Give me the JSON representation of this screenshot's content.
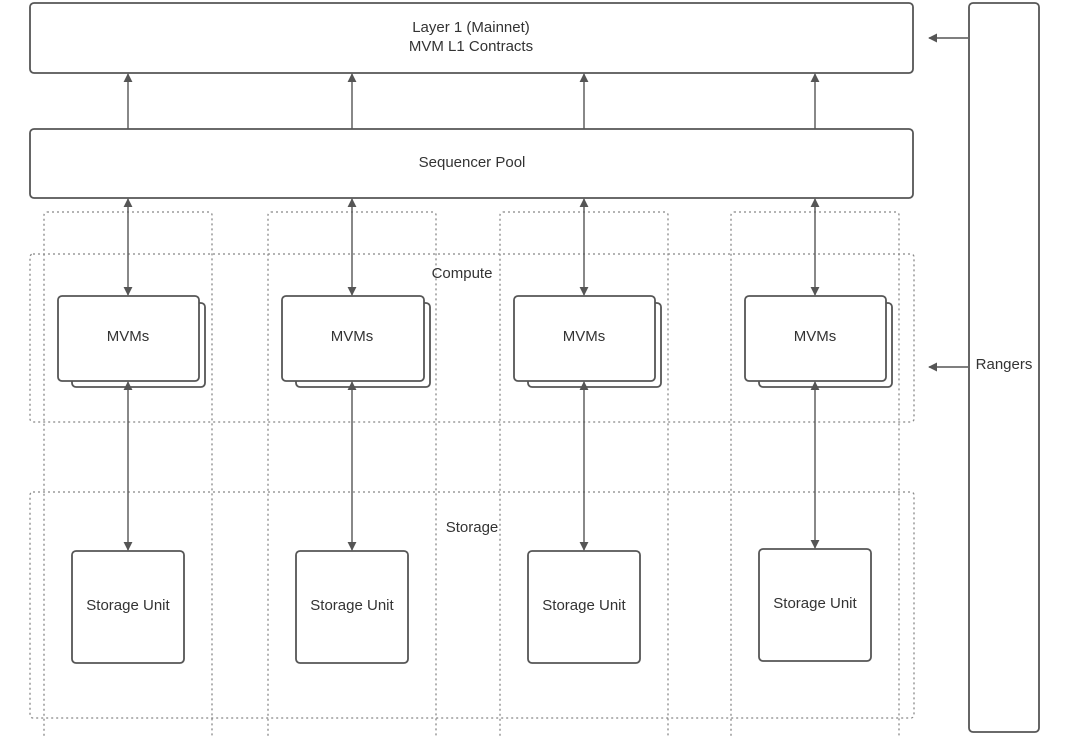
{
  "layer1": {
    "line1": "Layer 1 (Mainnet)",
    "line2": "MVM L1 Contracts"
  },
  "sequencer": {
    "label": "Sequencer Pool"
  },
  "rangers": {
    "label": "Rangers"
  },
  "compute": {
    "label": "Compute"
  },
  "storage": {
    "label": "Storage"
  },
  "mvm_blocks": [
    {
      "label": "MVMs"
    },
    {
      "label": "MVMs"
    },
    {
      "label": "MVMs"
    },
    {
      "label": "MVMs"
    }
  ],
  "storage_units": [
    {
      "label": "Storage Unit"
    },
    {
      "label": "Storage Unit"
    },
    {
      "label": "Storage Unit"
    },
    {
      "label": "Storage Unit"
    }
  ],
  "colors": {
    "stroke": "#555555",
    "dotted": "#888888",
    "text": "#333333",
    "fill": "#ffffff"
  }
}
